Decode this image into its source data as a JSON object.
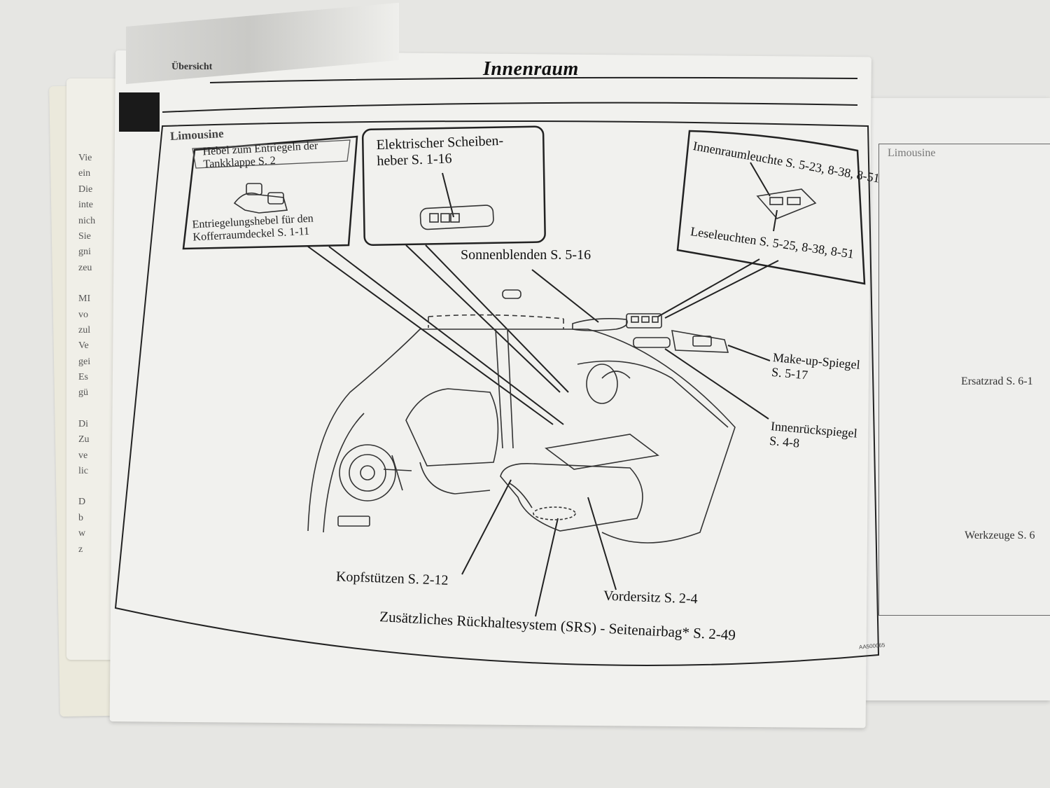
{
  "page": {
    "section": "Übersicht",
    "title": "Innenraum",
    "variant": "Limousine",
    "figure_code": "AA500065"
  },
  "callouts": {
    "fuel_lid": {
      "line1": "Hebel zum Entriegeln der",
      "line2": "Tankklappe S. 2"
    },
    "trunk": {
      "line1": "Entriegelungshebel  für den",
      "line2": "Kofferraumdeckel S. 1-11"
    },
    "window": {
      "line1": "Elektrischer Scheiben-",
      "line2": "heber S. 1-16"
    },
    "room_lamp": "Innenraumleuchte S. 5-23, 8-38, 8-51",
    "reading_lamp": "Leseleuchten S. 5-25, 8-38, 8-51"
  },
  "labels": {
    "sunvisor": "Sonnenblenden S. 5-16",
    "vanity_mirror": {
      "line1": "Make-up-Spiegel",
      "line2": "S. 5-17"
    },
    "rearview_mirror": {
      "line1": "Innenrückspiegel",
      "line2": "S. 4-8"
    },
    "headrest": "Kopfstützen S. 2-12",
    "front_seat": "Vordersitz S. 2-4",
    "srs": "Zusätzliches Rückhaltesystem (SRS) - Seitenairbag* S. 2-49"
  },
  "right_page": {
    "variant": "Limousine",
    "spare_wheel": "Ersatzrad S. 6-1",
    "tools": "Werkzeuge S. 6"
  },
  "left_edge_fragments": [
    "Vie",
    "ein",
    "Die",
    "inte",
    "nich",
    "Sie",
    "gni",
    "zeu",
    "MI",
    "vo",
    "zul",
    "Ve",
    "gei",
    "Es",
    "gü",
    "Di",
    "Zu",
    "ve",
    "lic",
    "D",
    "b",
    "w",
    "z"
  ]
}
